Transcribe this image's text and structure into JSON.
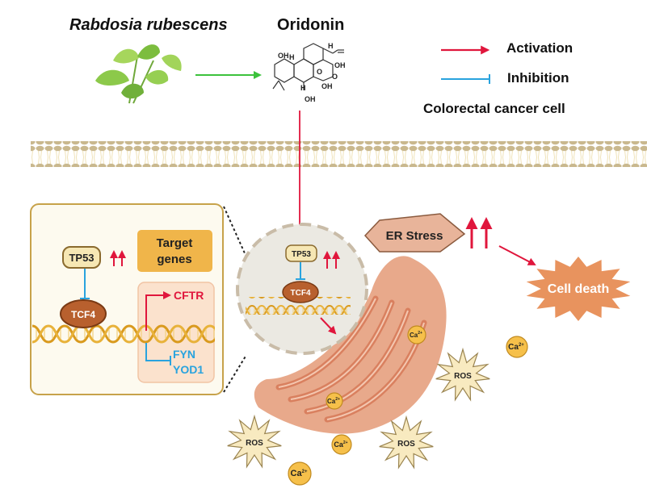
{
  "header": {
    "plant_label": "Rabdosia rubescens",
    "compound_label": "Oridonin",
    "compound_atoms": {
      "oh1": "OH",
      "h1": "H",
      "h2": "H",
      "h3": "H",
      "o": "O",
      "oh2": "OH",
      "oh3": "OH",
      "oh4": "OH",
      "ketone_o": "O"
    }
  },
  "legend": {
    "activation_label": "Activation",
    "inhibition_label": "Inhibition",
    "context_label": "Colorectal cancer cell",
    "activation_color": "#e0163c",
    "inhibition_color": "#29a3de"
  },
  "inset": {
    "tp53_label": "TP53",
    "tcf4_label": "TCF4",
    "target_genes_label": "Target\ngenes",
    "target_genes_line1": "Target",
    "target_genes_line2": "genes",
    "activated_gene": "CFTR",
    "inhibited_genes": [
      "FYN",
      "YOD1"
    ]
  },
  "nucleus": {
    "tp53_label": "TP53",
    "tcf4_label": "TCF4"
  },
  "er": {
    "er_stress_label": "ER Stress",
    "cell_death_label": "Cell death"
  },
  "molecules": {
    "calcium_label": "Ca",
    "calcium_charge": "2+",
    "ros_label": "ROS"
  },
  "colors": {
    "green_arrow": "#3cc23c",
    "red": "#e0163c",
    "blue": "#29a3de",
    "membrane": "#c9b88e",
    "inset_bg": "#fdfaef",
    "inset_border": "#c7a24a",
    "target_box": "#f0b54a",
    "tcf4": "#b8602e",
    "er_stress_box": "#e8b49a",
    "cell_death": "#e8935e",
    "ros_fill": "#f8eac0",
    "calcium_fill": "#f6c04a"
  }
}
